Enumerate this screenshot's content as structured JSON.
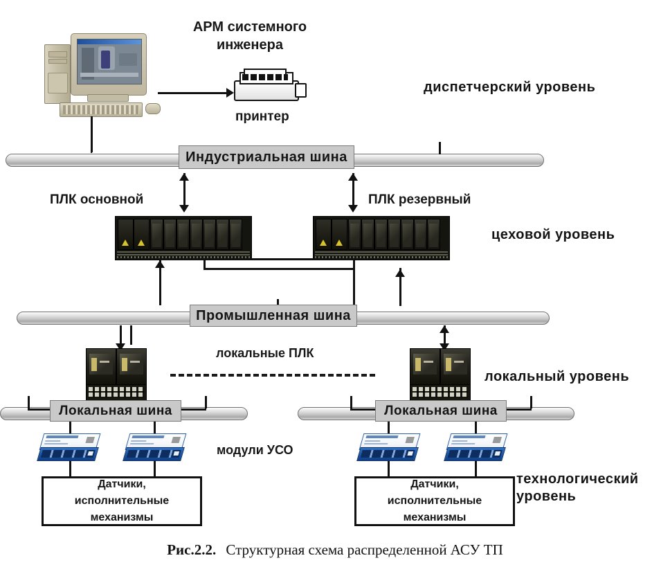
{
  "figure": {
    "caption_prefix": "Рис.2.2.",
    "caption_text": "Структурная схема распределенной АСУ ТП"
  },
  "levels": [
    {
      "id": "dispatcher",
      "label": "диспетчерский  уровень"
    },
    {
      "id": "shop",
      "label": "цеховой  уровень"
    },
    {
      "id": "local",
      "label": "локальный  уровень"
    },
    {
      "id": "process",
      "label": "технологический\nуровень"
    }
  ],
  "buses": [
    {
      "id": "industrial",
      "label": "Индустриальная  шина"
    },
    {
      "id": "industrial_plant",
      "label": "Промышленная  шина"
    },
    {
      "id": "local_left",
      "label": "Локальная  шина"
    },
    {
      "id": "local_right",
      "label": "Локальная  шина"
    }
  ],
  "nodes": {
    "workstation": {
      "label": "АРМ  системного\nинженера",
      "icon": "desktop-computer-icon"
    },
    "printer": {
      "label": "принтер",
      "icon": "printer-icon"
    },
    "plc_main": {
      "label": "ПЛК  основной",
      "icon": "plc-rack-icon"
    },
    "plc_backup": {
      "label": "ПЛК  резервный",
      "icon": "plc-rack-icon"
    },
    "local_plcs": {
      "label": "локальные  ПЛК",
      "icon": "local-plc-icon"
    },
    "io_modules": {
      "label": "модули УСО",
      "icon": "io-module-icon"
    }
  },
  "field_boxes": [
    {
      "id": "field-left",
      "label": "Датчики,\nисполнительные\nмеханизмы"
    },
    {
      "id": "field-right",
      "label": "Датчики,\nисполнительные\nмеханизмы"
    }
  ],
  "colors": {
    "background": "#ffffff",
    "line": "#111111",
    "bus_fill": "#c8c8c8",
    "bus_border": "#6f6f6f",
    "plc_dark": "#15150f",
    "io_blue": "#1c56a8",
    "warning_yellow": "#d8c32a"
  }
}
